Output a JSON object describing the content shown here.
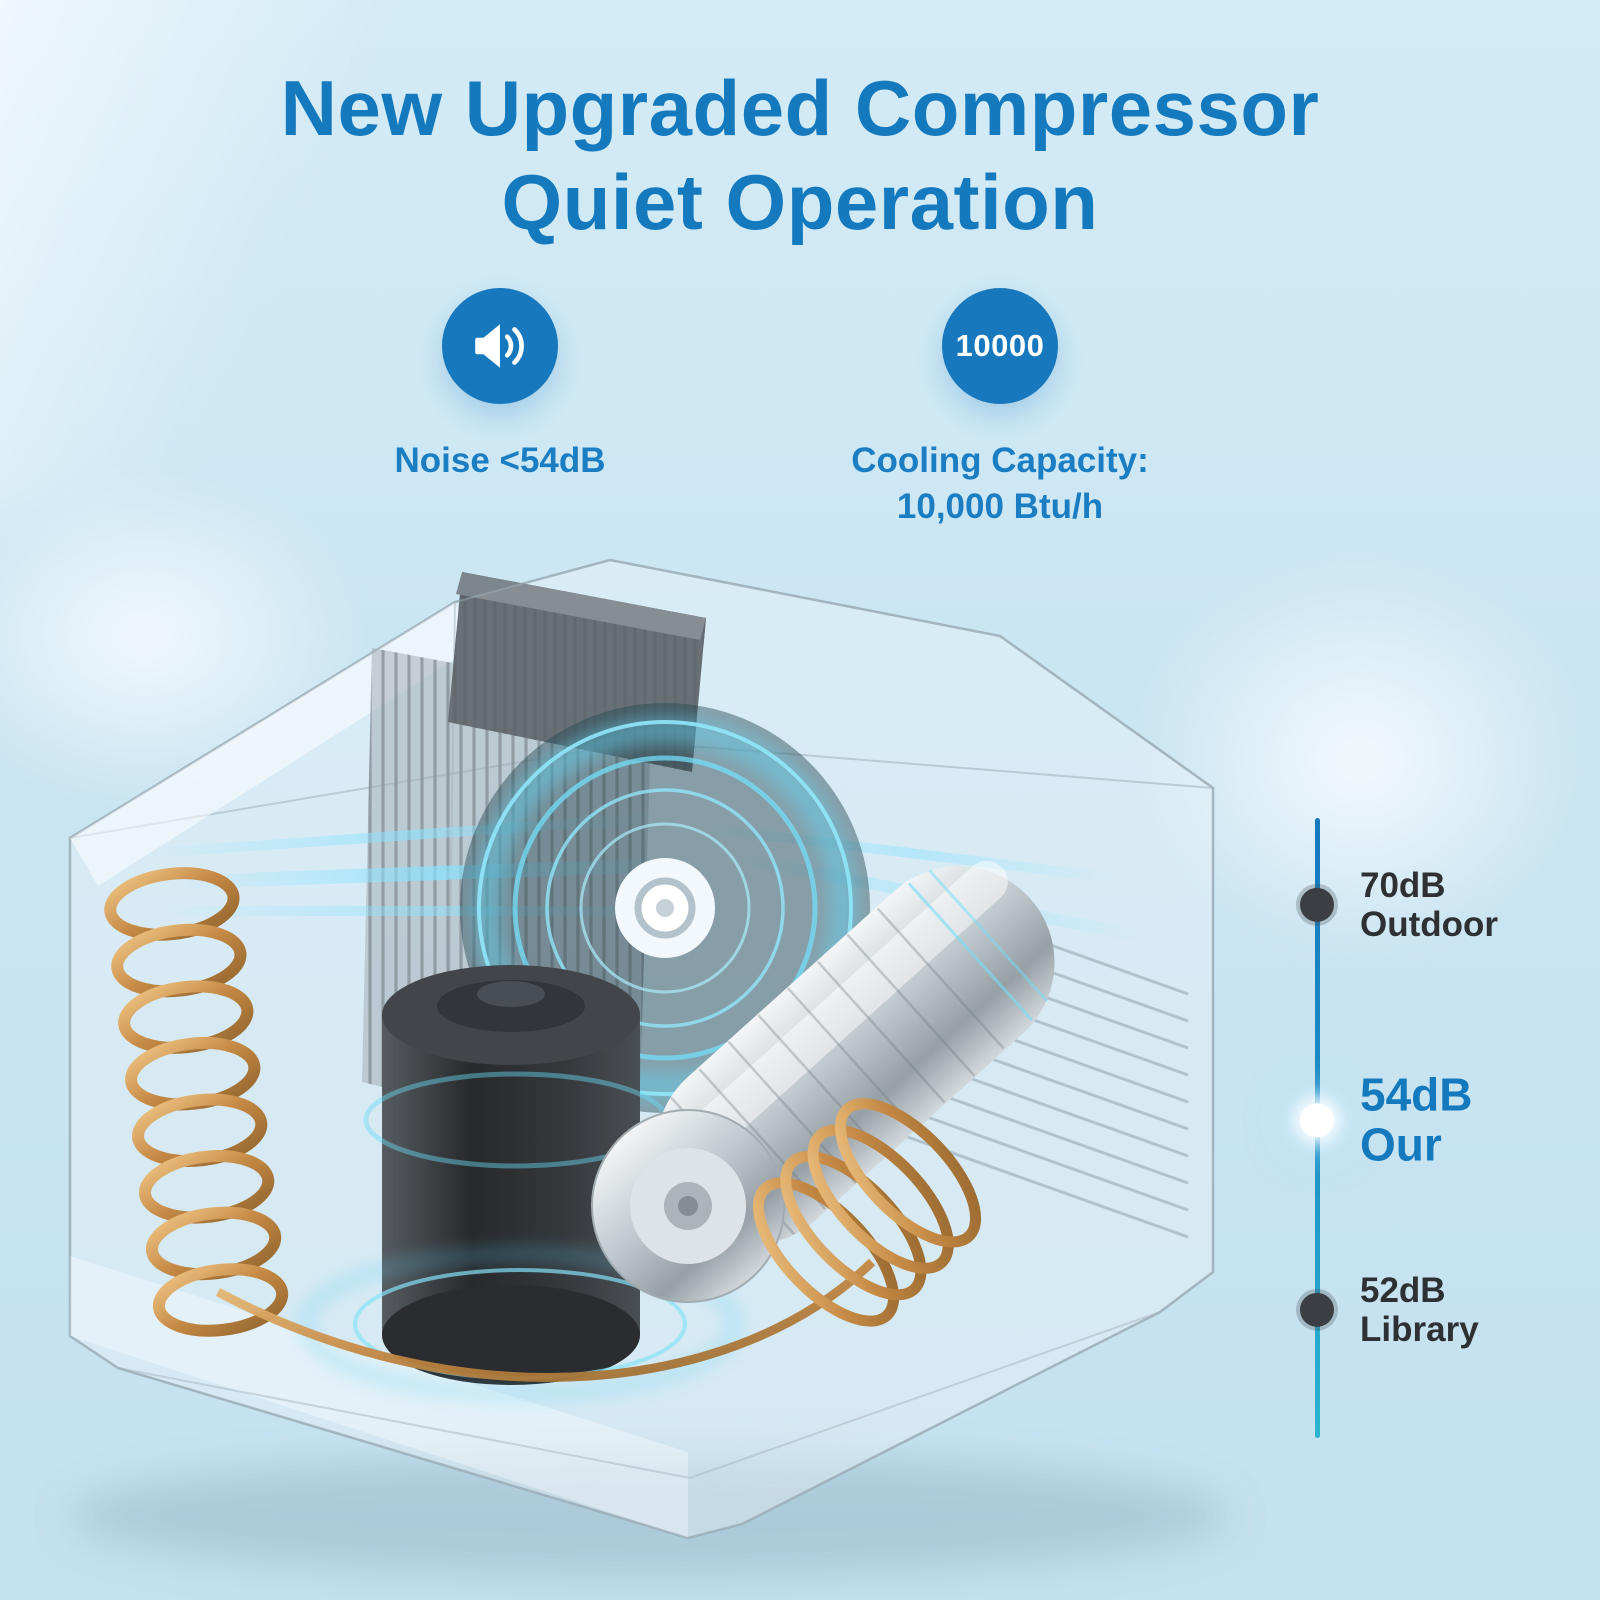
{
  "page": {
    "background_top": "#d3ebf6",
    "background_bottom": "#c4e1ef",
    "accent_blue": "#1579be",
    "circle_blue": "#1878bd",
    "dark_text": "#2e3033"
  },
  "title": {
    "line1": "New Upgraded Compressor",
    "line2": "Quiet Operation"
  },
  "features": {
    "noise": {
      "icon": "speaker-icon",
      "label": "Noise <54dB"
    },
    "capacity": {
      "badge": "10000",
      "label_line1": "Cooling Capacity:",
      "label_line2": "10,000 Btu/h"
    }
  },
  "decibel_scale": {
    "items": [
      {
        "value": "70dB",
        "label": "Outdoor",
        "highlight": false
      },
      {
        "value": "54dB",
        "label": "Our",
        "highlight": true
      },
      {
        "value": "52dB",
        "label": "Library",
        "highlight": false
      }
    ]
  },
  "illustration": {
    "name": "air-conditioner-cutaway",
    "parts": [
      "housing",
      "heatsink-block",
      "evaporator-fins",
      "cooling-fan",
      "compressor",
      "condenser-coil-left",
      "condenser-coil-right",
      "blower-cylinder",
      "airflow-glow"
    ]
  }
}
